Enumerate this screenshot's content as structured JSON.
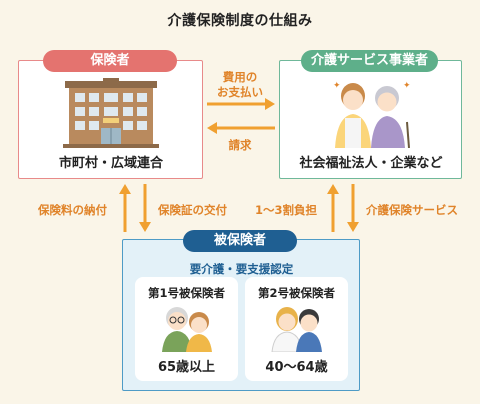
{
  "title": "介護保険制度の仕組み",
  "insurer": {
    "badge": "保険者",
    "label": "市町村・広域連合"
  },
  "provider": {
    "badge": "介護サービス事業者",
    "label": "社会福祉法人・企業など"
  },
  "flows": {
    "payment_line1": "費用の",
    "payment_line2": "お支払い",
    "claim": "請求",
    "premium_payment": "保険料の納付",
    "certificate_issue": "保険証の交付",
    "copay": "1〜3割負担",
    "care_service": "介護保険サービス"
  },
  "insured": {
    "badge": "被保険者",
    "subtitle": "要介護・要支援認定",
    "cards": [
      {
        "title": "第1号被保険者",
        "age": "65歳以上"
      },
      {
        "title": "第2号被保険者",
        "age": "40〜64歳"
      }
    ]
  },
  "colors": {
    "insurer": "#e4736f",
    "provider": "#5eaf8a",
    "insured": "#1f5f92",
    "arrow": "#f0a030"
  }
}
